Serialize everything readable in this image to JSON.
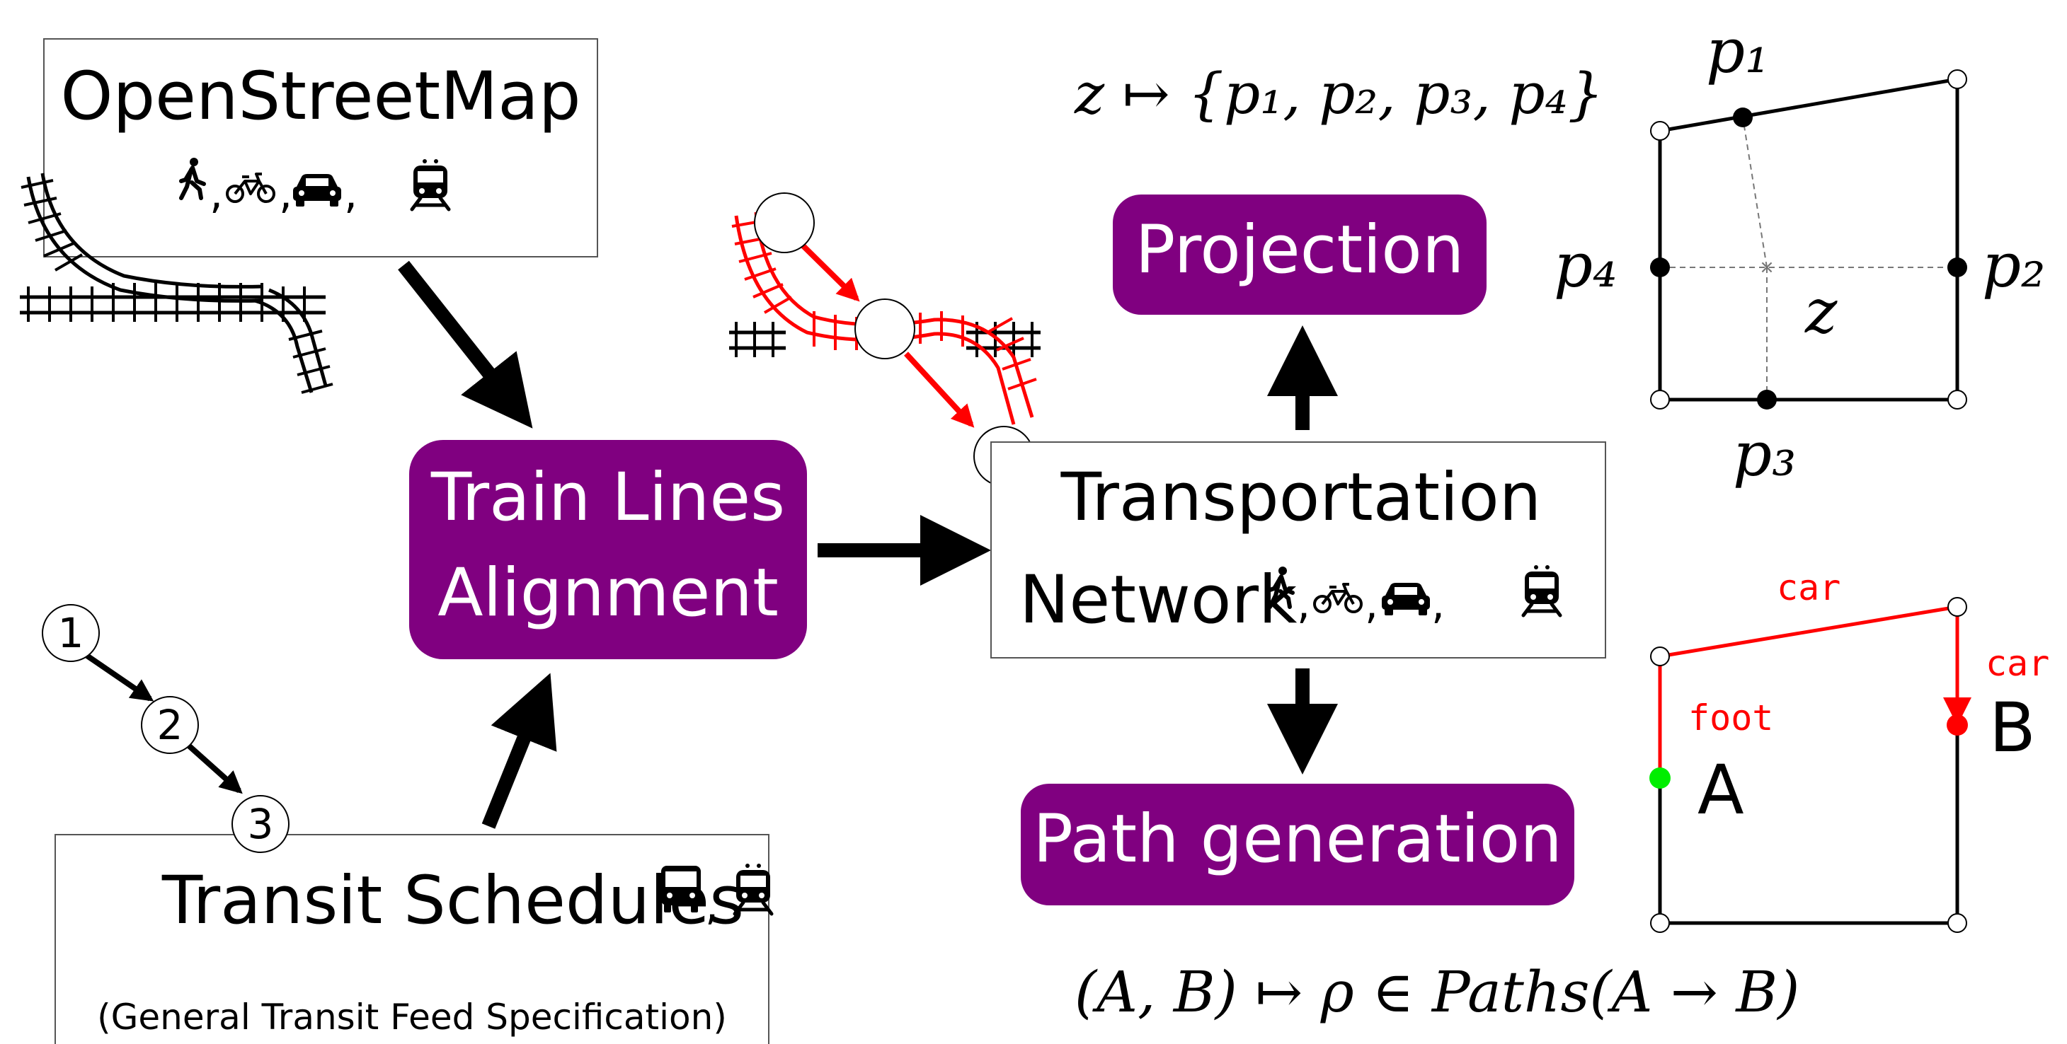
{
  "sources": {
    "osm": {
      "title": "OpenStreetMap",
      "comma": ","
    },
    "gtfs": {
      "title": "Transit Schedules",
      "subtitle": "(General Transit Feed Specification)",
      "comma": ","
    }
  },
  "process": {
    "alignment": {
      "line1": "Train Lines",
      "line2": "Alignment"
    },
    "network": {
      "line1": "Transportation",
      "line2": "Network",
      "comma": ","
    },
    "projection": {
      "label": "Projection"
    },
    "path_generation": {
      "label": "Path generation"
    }
  },
  "stops": {
    "s1": "1",
    "s2": "2",
    "s3": "3"
  },
  "formulas": {
    "projection": "z ↦ {p₁, p₂, p₃, p₄}",
    "paths": "(A, B) ↦ ρ ∈ Paths(A → B)"
  },
  "projection_example": {
    "points": {
      "p1": "p₁",
      "p2": "p₂",
      "p3": "p₃",
      "p4": "p₄",
      "z": "z"
    }
  },
  "path_example": {
    "edge_top": "car",
    "edge_right": "car",
    "edge_left": "foot",
    "point_a": "A",
    "point_b": "B"
  },
  "colors": {
    "accent": "#800080",
    "highlight": "#ff0000",
    "start": "#00ee00",
    "end": "#ff0000",
    "ink": "#000000"
  },
  "icons": [
    "pedestrian-icon",
    "bicycle-icon",
    "car-icon",
    "train-icon",
    "bus-icon"
  ]
}
